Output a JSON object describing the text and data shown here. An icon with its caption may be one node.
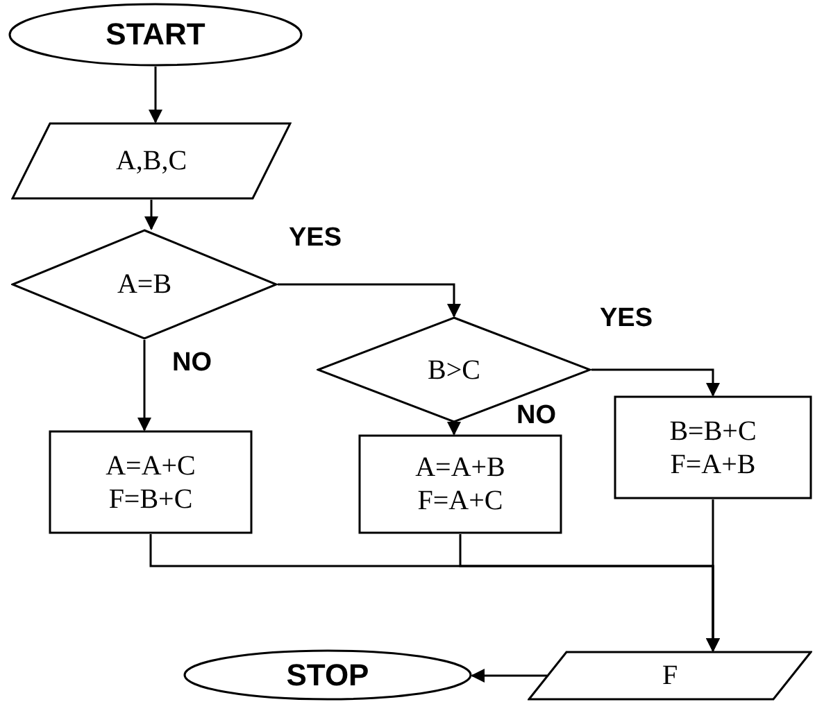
{
  "diagram": {
    "nodes": [
      {
        "text": [
          "START"
        ]
      },
      {
        "text": [
          "A,B,C"
        ]
      },
      {
        "text": [
          "A=B"
        ]
      },
      {
        "text": [
          "B>C"
        ]
      },
      {
        "text": [
          "A=A+C",
          "F=B+C"
        ]
      },
      {
        "text": [
          "A=A+B",
          "F=A+C"
        ]
      },
      {
        "text": [
          "B=B+C",
          "F=A+B"
        ]
      },
      {
        "text": [
          "F"
        ]
      },
      {
        "text": [
          "STOP"
        ]
      }
    ],
    "edges": [
      {
        "from": 0,
        "to": 1,
        "arrow": "to"
      },
      {
        "from": 1,
        "to": 2,
        "arrow": "to"
      },
      {
        "from": 2,
        "to": 3,
        "arrow": "to",
        "label": "YES"
      },
      {
        "from": 2,
        "to": 4,
        "arrow": "to",
        "label": "NO"
      },
      {
        "from": 3,
        "to": 6,
        "arrow": "to",
        "label": "YES"
      },
      {
        "from": 3,
        "to": 5,
        "arrow": "to",
        "label": "NO"
      },
      {
        "from": 4,
        "to": 7,
        "arrow": "to"
      },
      {
        "from": 5,
        "to": 7,
        "arrow": "to"
      },
      {
        "from": 6,
        "to": 7,
        "arrow": "to"
      },
      {
        "from": 7,
        "to": 8,
        "arrow": "to"
      }
    ]
  }
}
